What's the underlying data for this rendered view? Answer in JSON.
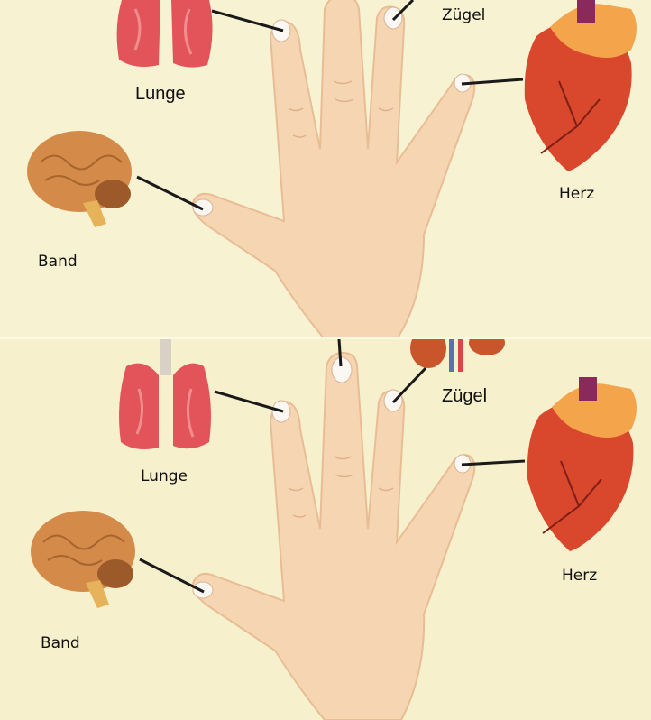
{
  "top": {
    "labels": {
      "lunge": "Lunge",
      "zugel": "Zügel",
      "herz": "Herz",
      "band": "Band"
    }
  },
  "bottom": {
    "labels": {
      "lunge": "Lunge",
      "zugel": "Zügel",
      "herz": "Herz",
      "band": "Band"
    }
  },
  "colors": {
    "background": "#f6f1cf",
    "skin": "#f6d6b2",
    "skin_shadow": "#e8bd95",
    "lung": "#e2545a",
    "heart_red": "#d9472c",
    "heart_orange": "#f4a44b",
    "brain": "#d48a48",
    "pointer": "#1a1a1a"
  }
}
